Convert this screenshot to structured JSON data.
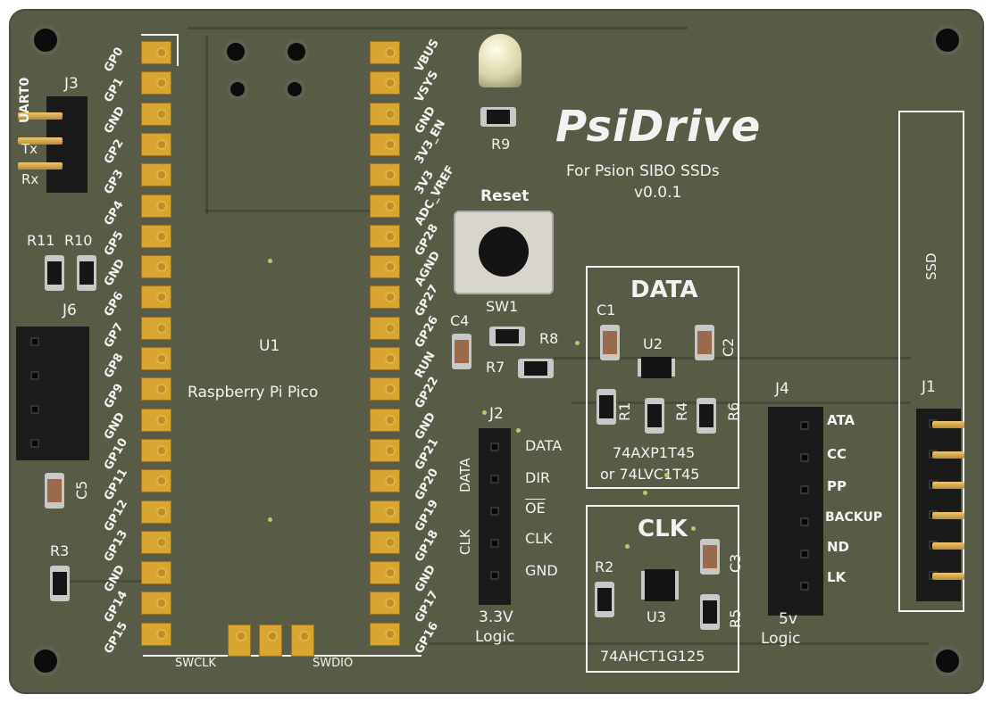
{
  "title": "PsiDrive",
  "subtitle": "For Psion SIBO SSDs",
  "version": "v0.0.1",
  "pico": {
    "ref": "U1",
    "name": "Raspberry Pi Pico",
    "left_pins": [
      "GP0",
      "GP1",
      "GND",
      "GP2",
      "GP3",
      "GP4",
      "GP5",
      "GND",
      "GP6",
      "GP7",
      "GP8",
      "GP9",
      "GND",
      "GP10",
      "GP11",
      "GP12",
      "GP13",
      "GND",
      "GP14",
      "GP15"
    ],
    "right_pins": [
      "VBUS",
      "VSYS",
      "GND",
      "3V3_EN",
      "3V3",
      "ADC_VREF",
      "GP28",
      "AGND",
      "GP27",
      "GP26",
      "RUN",
      "GP22",
      "GND",
      "GP21",
      "GP20",
      "GP19",
      "GP18",
      "GND",
      "GP17",
      "GP16"
    ],
    "swclk": "SWCLK",
    "swdio": "SWDIO"
  },
  "j3": {
    "ref": "J3",
    "labels": [
      "UART0",
      "Tx",
      "Rx"
    ]
  },
  "j6": {
    "ref": "J6"
  },
  "resistors": {
    "r11": "R11",
    "r10": "R10",
    "r3": "R3",
    "r9": "R9",
    "r8": "R8",
    "r7": "R7",
    "r1": "R1",
    "r4": "R4",
    "r6": "R6",
    "r2": "R2",
    "r5": "R5"
  },
  "caps": {
    "c5": "C5",
    "c4": "C4",
    "c1": "C1",
    "c2": "C2",
    "c3": "C3"
  },
  "switch": {
    "label": "Reset",
    "ref": "SW1"
  },
  "j2": {
    "ref": "J2",
    "labels": [
      "DATA",
      "DIR",
      "OE",
      "CLK",
      "GND"
    ],
    "bracket_clk": "CLK",
    "bracket_data": "DATA",
    "logic1": "3.3V",
    "logic2": "Logic"
  },
  "data_block": {
    "title": "DATA",
    "ref": "U2",
    "part1": "74AXP1T45",
    "part2": "or 74LVC1T45"
  },
  "clk_block": {
    "title": "CLK",
    "ref": "U3",
    "part": "74AHCT1G125"
  },
  "j4": {
    "ref": "J4",
    "labels": [
      "ATA",
      "CC",
      "PP",
      "BACKUP",
      "ND",
      "LK"
    ],
    "logic1": "5v",
    "logic2": "Logic"
  },
  "j1": {
    "ref": "J1",
    "ssd": "SSD"
  },
  "colors": {
    "board": "#585c46",
    "silk": "#f2f2f2",
    "pad": "#d8a630"
  }
}
